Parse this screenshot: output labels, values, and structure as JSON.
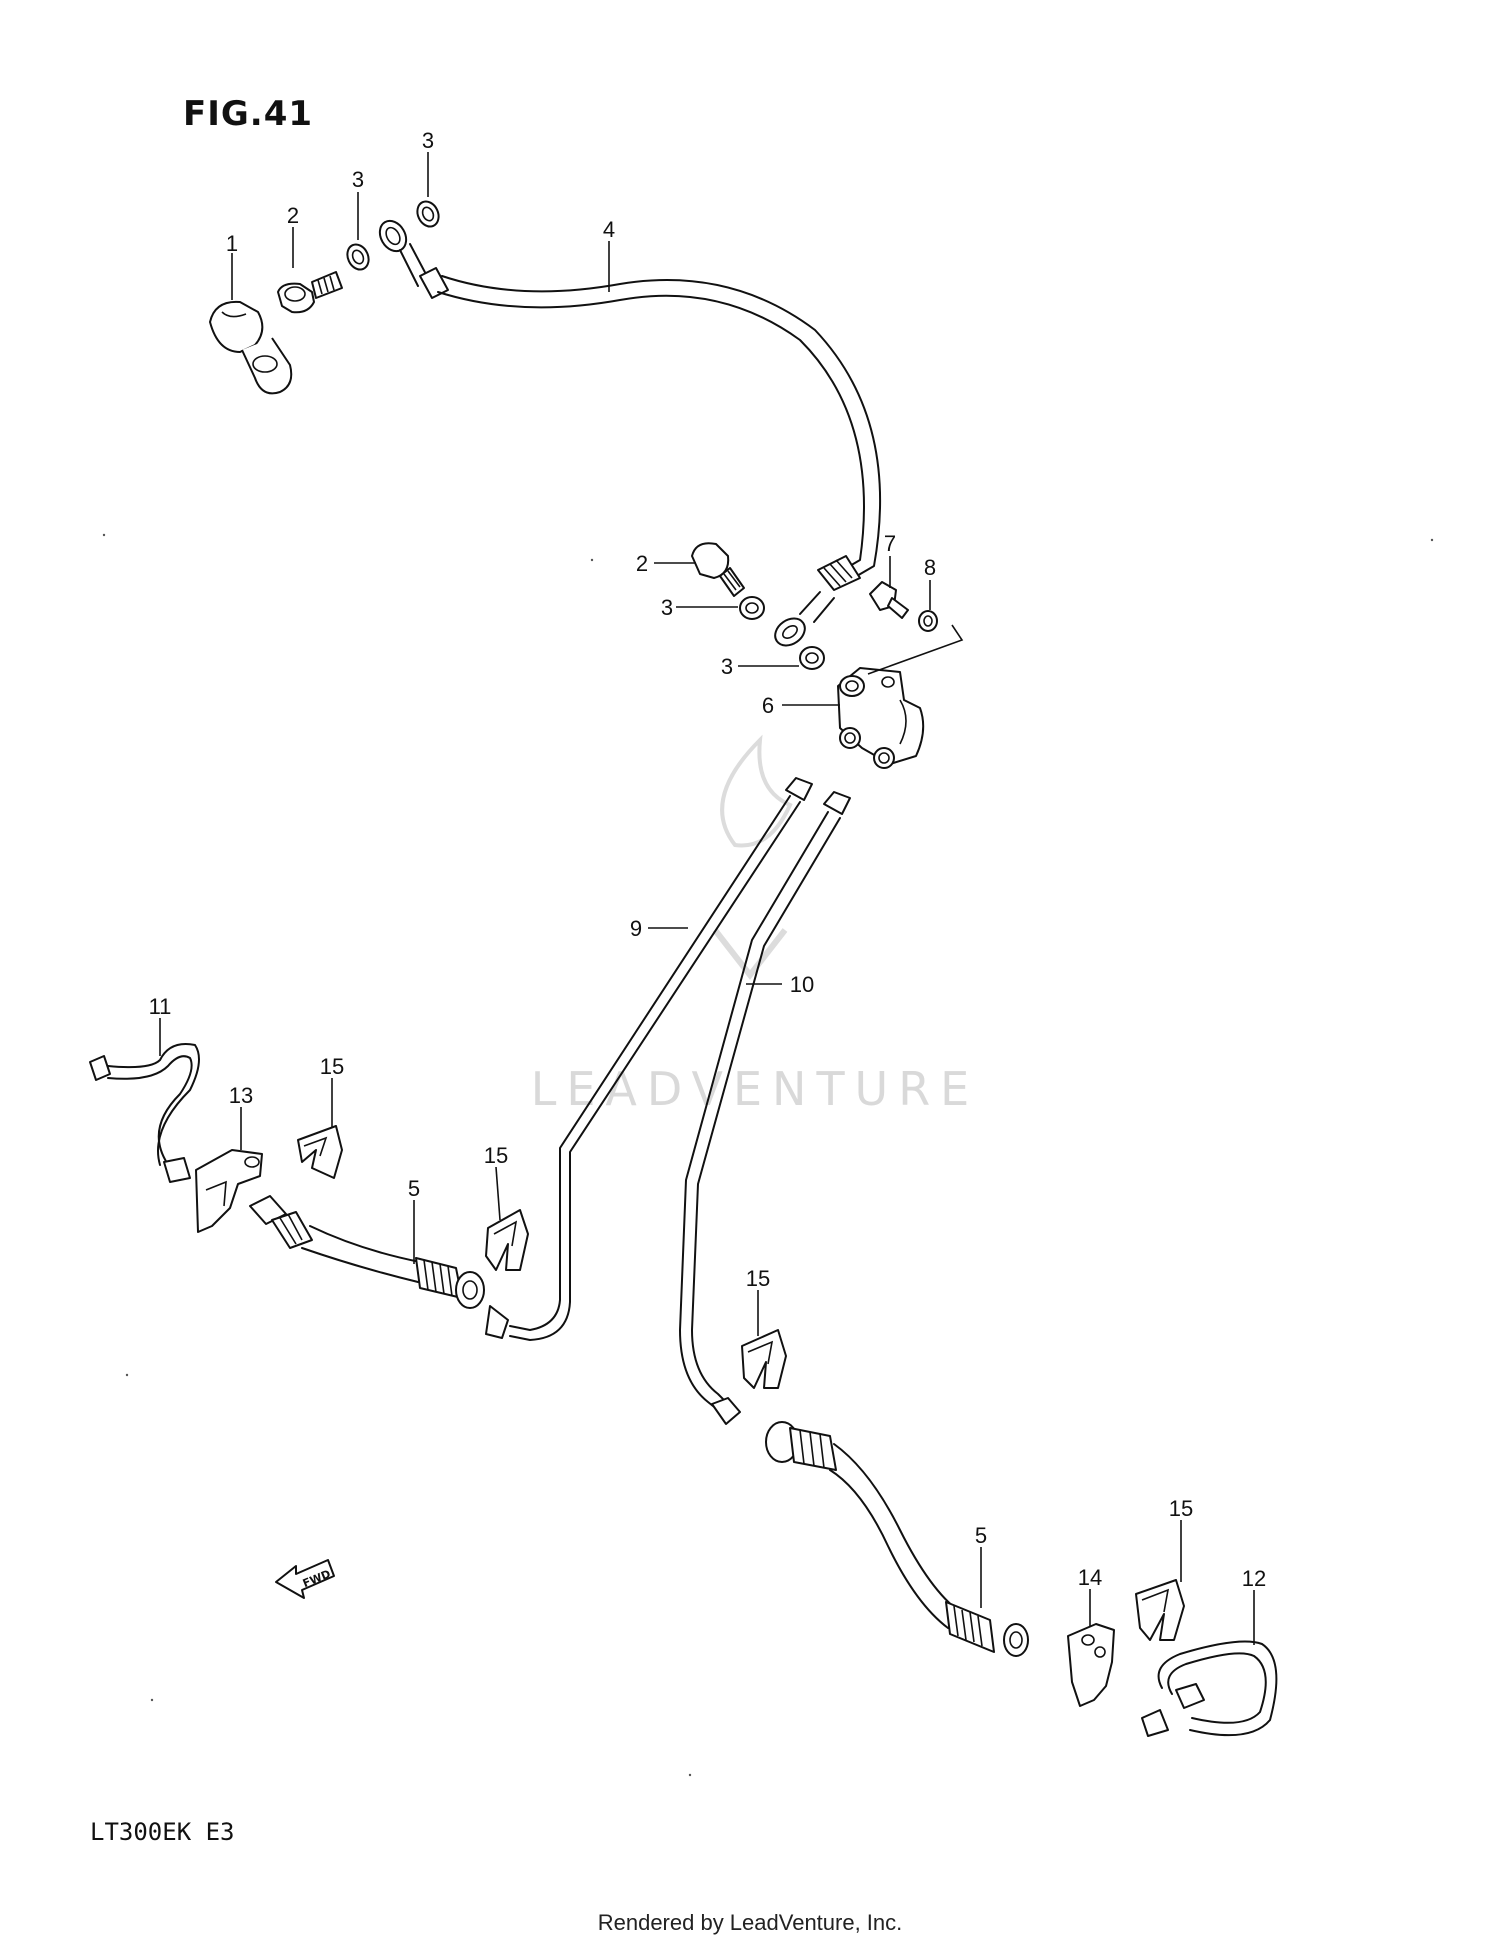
{
  "figure": {
    "title": "FIG.41"
  },
  "model_code": "LT300EK E3",
  "footer": "Rendered by LeadVenture, Inc.",
  "watermark": "LEADVENTURE",
  "direction_arrow": "FWD",
  "callouts": {
    "c1": "1",
    "c2a": "2",
    "c3a": "3",
    "c3b": "3",
    "c4": "4",
    "c2b": "2",
    "c3c": "3",
    "c3d": "3",
    "c7": "7",
    "c8": "8",
    "c6": "6",
    "c9": "9",
    "c10": "10",
    "c11": "11",
    "c13": "13",
    "c15a": "15",
    "c5a": "5",
    "c15b": "15",
    "c15c": "15",
    "c5b": "5",
    "c14": "14",
    "c15d": "15",
    "c12": "12"
  }
}
